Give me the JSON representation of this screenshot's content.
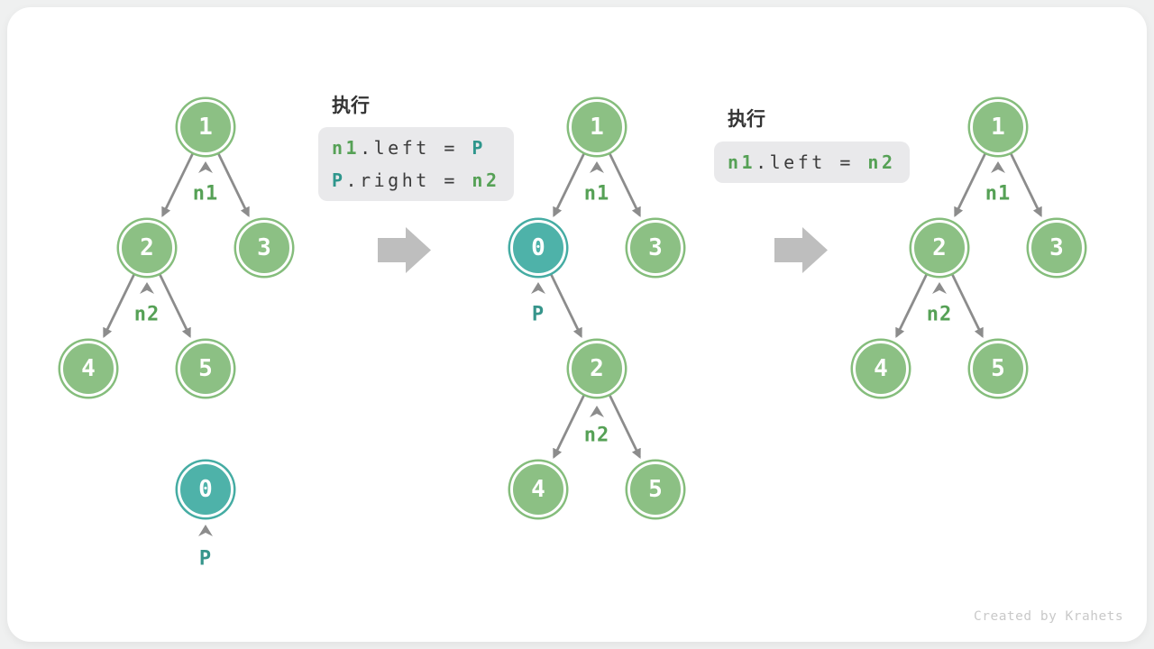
{
  "colors": {
    "node_green_fill": "#8CC084",
    "node_green_ring": "#85BD7C",
    "node_teal_fill": "#4EB2A9",
    "node_teal_ring": "#45ACA3",
    "pointer_label_green": "#56A156",
    "pointer_label_teal": "#36958B",
    "code_keyword_green": "#56A156",
    "code_keyword_teal": "#2E968C",
    "code_text": "#3C3C3C",
    "code_background": "#E9E9EB",
    "edge_gray": "#8C8C8C",
    "transition_arrow_gray": "#BEBEBE",
    "card_background": "#FFFFFF",
    "page_background": "#EFF0F0"
  },
  "steps": [
    {
      "exec_title": "执行",
      "code_lines": [
        {
          "tokens": [
            {
              "text": "n1"
            },
            {
              "text": ".left = "
            },
            {
              "text": "P"
            }
          ]
        },
        {
          "tokens": [
            {
              "text": "P"
            },
            {
              "text": ".right = "
            },
            {
              "text": "n2"
            }
          ]
        }
      ]
    },
    {
      "exec_title": "执行",
      "code_lines": [
        {
          "tokens": [
            {
              "text": "n1"
            },
            {
              "text": ".left = "
            },
            {
              "text": "n2"
            }
          ]
        }
      ]
    }
  ],
  "trees": [
    {
      "nodes": [
        {
          "value": "1",
          "type": "green"
        },
        {
          "value": "2",
          "type": "green"
        },
        {
          "value": "3",
          "type": "green"
        },
        {
          "value": "4",
          "type": "green"
        },
        {
          "value": "5",
          "type": "green"
        },
        {
          "value": "0",
          "type": "teal"
        }
      ],
      "pointers": [
        {
          "label": "n1",
          "target": "1"
        },
        {
          "label": "n2",
          "target": "2"
        },
        {
          "label": "P",
          "target": "0"
        }
      ]
    },
    {
      "nodes": [
        {
          "value": "1",
          "type": "green"
        },
        {
          "value": "0",
          "type": "teal"
        },
        {
          "value": "3",
          "type": "green"
        },
        {
          "value": "2",
          "type": "green"
        },
        {
          "value": "4",
          "type": "green"
        },
        {
          "value": "5",
          "type": "green"
        }
      ],
      "pointers": [
        {
          "label": "n1",
          "target": "1"
        },
        {
          "label": "P",
          "target": "0"
        },
        {
          "label": "n2",
          "target": "2"
        }
      ]
    },
    {
      "nodes": [
        {
          "value": "1",
          "type": "green"
        },
        {
          "value": "2",
          "type": "green"
        },
        {
          "value": "3",
          "type": "green"
        },
        {
          "value": "4",
          "type": "green"
        },
        {
          "value": "5",
          "type": "green"
        }
      ],
      "pointers": [
        {
          "label": "n1",
          "target": "1"
        },
        {
          "label": "n2",
          "target": "2"
        }
      ]
    }
  ],
  "footer": {
    "credit": "Created by Krahets"
  }
}
